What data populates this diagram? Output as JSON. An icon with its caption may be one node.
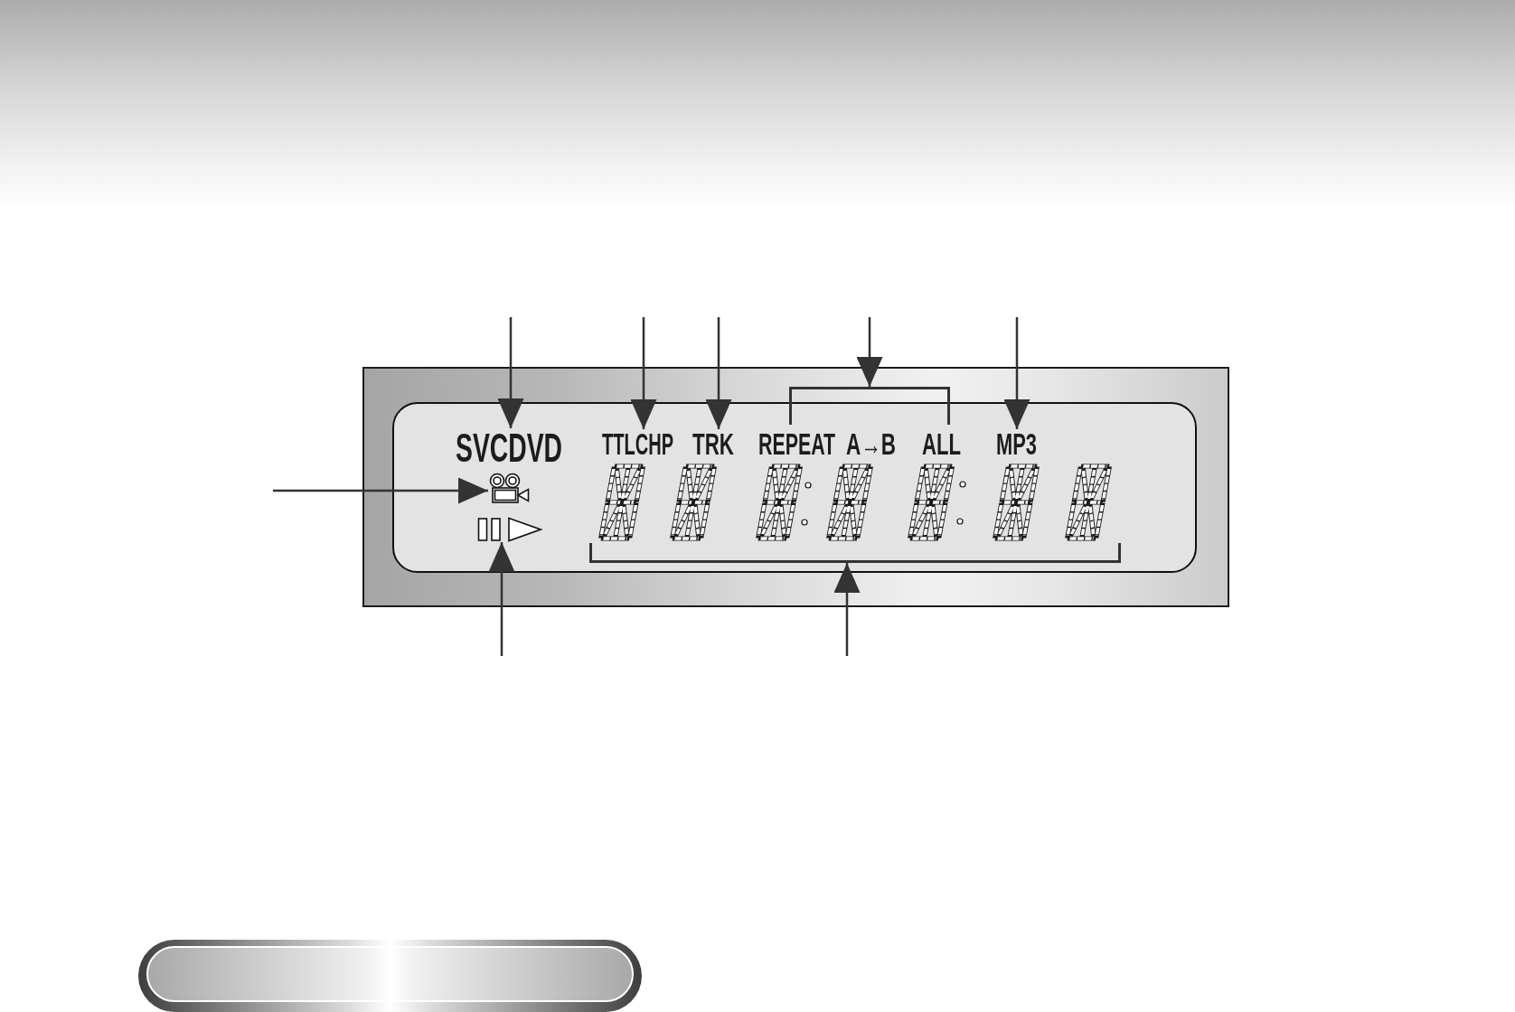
{
  "diagram": {
    "nodes": [
      {
        "text": [],
        "shape": "box"
      },
      {
        "text": [],
        "shape": "box",
        "in": 0
      },
      {
        "text": [
          "SVCDVD"
        ],
        "in": 1
      },
      {
        "text": [
          "TTLCHP"
        ],
        "in": 1
      },
      {
        "text": [
          "TRK"
        ],
        "in": 1
      },
      {
        "text": [],
        "shape": "bracket",
        "in": 0
      },
      {
        "text": [
          "REPEAT"
        ],
        "in": 1
      },
      {
        "text": [
          "A→B"
        ],
        "in": 1
      },
      {
        "text": [
          "ALL"
        ],
        "in": 1
      },
      {
        "text": [
          "MP3"
        ],
        "in": 1
      },
      {
        "text": [],
        "shape": "picture",
        "in": 1
      },
      {
        "text": [],
        "shape": "picture",
        "in": 1
      },
      {
        "text": [],
        "shape": "bracket",
        "in": 1
      }
    ],
    "edges": [
      {
        "from": null,
        "to": 2,
        "arrow": "to"
      },
      {
        "from": null,
        "to": 3,
        "arrow": "to"
      },
      {
        "from": null,
        "to": 4,
        "arrow": "to"
      },
      {
        "from": null,
        "to": 5,
        "arrow": "to"
      },
      {
        "from": null,
        "to": 9,
        "arrow": "to"
      },
      {
        "from": null,
        "to": 10,
        "arrow": "to"
      },
      {
        "from": null,
        "to": 11,
        "arrow": "to"
      },
      {
        "from": null,
        "to": 12,
        "arrow": "to"
      }
    ]
  }
}
